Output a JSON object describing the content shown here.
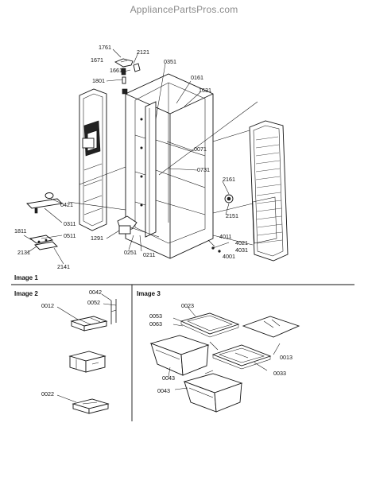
{
  "watermark": "AppliancePartsPros.com",
  "sections": {
    "image1": "Image 1",
    "image2": "Image 2",
    "image3": "Image 3"
  },
  "labels": {
    "p1761": "1761",
    "p2121": "2121",
    "p1671": "1671",
    "p1661": "1661",
    "p1801": "1801",
    "p0351": "0351",
    "p0161": "0161",
    "p1631": "1631",
    "p0071": "0071",
    "p0731": "0731",
    "p2161": "2161",
    "p2151": "2151",
    "p0421": "0421",
    "p0311": "0311",
    "p0511": "0511",
    "p1811": "1811",
    "p2131": "2131",
    "p2141": "2141",
    "p1291": "1291",
    "p0251": "0251",
    "p0211": "0211",
    "p4011": "4011",
    "p4021": "4021",
    "p4031": "4031",
    "p4001": "4001",
    "p0042": "0042",
    "p0052": "0052",
    "p0012": "0012",
    "p0022": "0022",
    "p0023": "0023",
    "p0053": "0053",
    "p0063": "0063",
    "p0013": "0013",
    "p0033": "0033",
    "p0043a": "0043",
    "p0043b": "0043"
  }
}
